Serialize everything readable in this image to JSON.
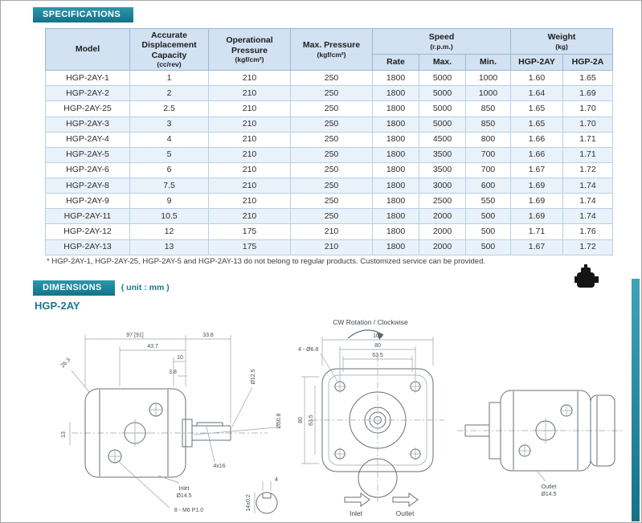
{
  "specifications": {
    "banner": "SPECIFICATIONS",
    "table": {
      "headers": {
        "model": "Model",
        "capacity": "Accurate Displacement Capacity",
        "capacity_unit": "(cc/rev)",
        "operational_pressure": "Operational Pressure",
        "operational_pressure_unit": "(kgf/cm²)",
        "max_pressure": "Max. Pressure",
        "max_pressure_unit": "(kgf/cm²)",
        "speed": "Speed",
        "speed_unit": "(r.p.m.)",
        "rate": "Rate",
        "max": "Max.",
        "min": "Min.",
        "weight": "Weight",
        "weight_unit": "(kg)",
        "weight_2ay": "HGP-2AY",
        "weight_2a": "HGP-2A"
      },
      "rows": [
        [
          "HGP-2AY-1",
          "1",
          "210",
          "250",
          "1800",
          "5000",
          "1000",
          "1.60",
          "1.65"
        ],
        [
          "HGP-2AY-2",
          "2",
          "210",
          "250",
          "1800",
          "5000",
          "1000",
          "1.64",
          "1.69"
        ],
        [
          "HGP-2AY-25",
          "2.5",
          "210",
          "250",
          "1800",
          "5000",
          "850",
          "1.65",
          "1.70"
        ],
        [
          "HGP-2AY-3",
          "3",
          "210",
          "250",
          "1800",
          "5000",
          "850",
          "1.65",
          "1.70"
        ],
        [
          "HGP-2AY-4",
          "4",
          "210",
          "250",
          "1800",
          "4500",
          "800",
          "1.66",
          "1.71"
        ],
        [
          "HGP-2AY-5",
          "5",
          "210",
          "250",
          "1800",
          "3500",
          "700",
          "1.66",
          "1.71"
        ],
        [
          "HGP-2AY-6",
          "6",
          "210",
          "250",
          "1800",
          "3500",
          "700",
          "1.67",
          "1.72"
        ],
        [
          "HGP-2AY-8",
          "7.5",
          "210",
          "250",
          "1800",
          "3000",
          "600",
          "1.69",
          "1.74"
        ],
        [
          "HGP-2AY-9",
          "9",
          "210",
          "250",
          "1800",
          "2500",
          "550",
          "1.69",
          "1.74"
        ],
        [
          "HGP-2AY-11",
          "10.5",
          "210",
          "250",
          "1800",
          "2000",
          "500",
          "1.69",
          "1.74"
        ],
        [
          "HGP-2AY-12",
          "12",
          "175",
          "210",
          "1800",
          "2000",
          "500",
          "1.71",
          "1.76"
        ],
        [
          "HGP-2AY-13",
          "13",
          "175",
          "210",
          "1800",
          "2000",
          "500",
          "1.67",
          "1.72"
        ]
      ]
    },
    "footnote": "* HGP-2AY-1, HGP-2AY-25, HGP-2AY-5 and HGP-2AY-13 do not belong to regular products. Customized service can be provided."
  },
  "dimensions": {
    "banner": "DIMENSIONS",
    "unit_label": "( unit : mm )",
    "model_label": "HGP-2AY",
    "drawing": {
      "side": {
        "d97": "97 [91]",
        "d338": "33.8",
        "d437": "43.7",
        "d10": "10",
        "d38": "3.8",
        "d263": "26.3",
        "d13": "13",
        "d125": "Ø12.5",
        "d508": "Ø50.8",
        "key": "4x16",
        "inlet1": "Inlet",
        "inlet2": "Ø14.5",
        "bolts": "8 - M6 P1.0",
        "d4": "4",
        "d14": "14±0.2"
      },
      "front": {
        "cw": "CW Rotation / Clockwise",
        "holes": "4 - Ø6.8",
        "d102": "102",
        "d80_top": "80",
        "d635_top": "63.5",
        "d80_left": "80",
        "d635_left": "63.5",
        "inlet": "Inlet",
        "outlet": "Outlet"
      },
      "rear": {
        "outlet1": "Outlet",
        "outlet2": "Ø14.5"
      }
    }
  }
}
